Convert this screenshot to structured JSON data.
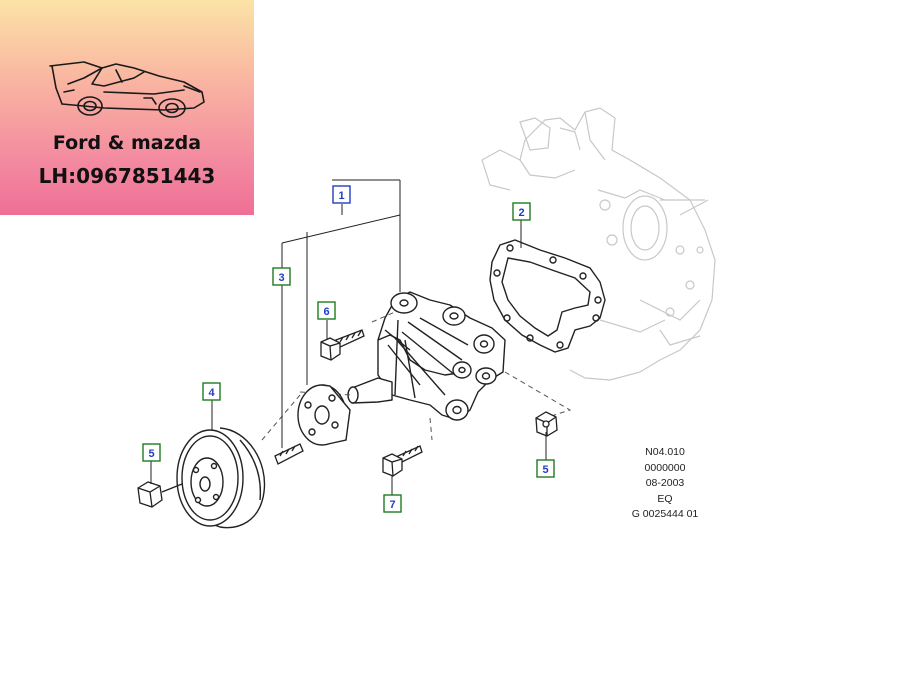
{
  "brand": {
    "name": "Ford & mazda",
    "phone": "LH:0967851443",
    "logo_icon": "sports-car-icon"
  },
  "callouts": [
    {
      "id": "callout-1",
      "number": "1",
      "color": "#1f3fbf"
    },
    {
      "id": "callout-2",
      "number": "2",
      "color": "#1f7a1f"
    },
    {
      "id": "callout-3",
      "number": "3",
      "color": "#1f7a1f"
    },
    {
      "id": "callout-4",
      "number": "4",
      "color": "#1f7a1f"
    },
    {
      "id": "callout-5a",
      "number": "5",
      "color": "#1f7a1f"
    },
    {
      "id": "callout-5b",
      "number": "5",
      "color": "#1f7a1f"
    },
    {
      "id": "callout-6",
      "number": "6",
      "color": "#1f3fbf"
    },
    {
      "id": "callout-7",
      "number": "7",
      "color": "#1f7a1f"
    }
  ],
  "reference": {
    "code": "N04.010",
    "number": "0000000",
    "date": "08-2003",
    "market": "EQ",
    "illustration_id": "G 0025444 01"
  }
}
